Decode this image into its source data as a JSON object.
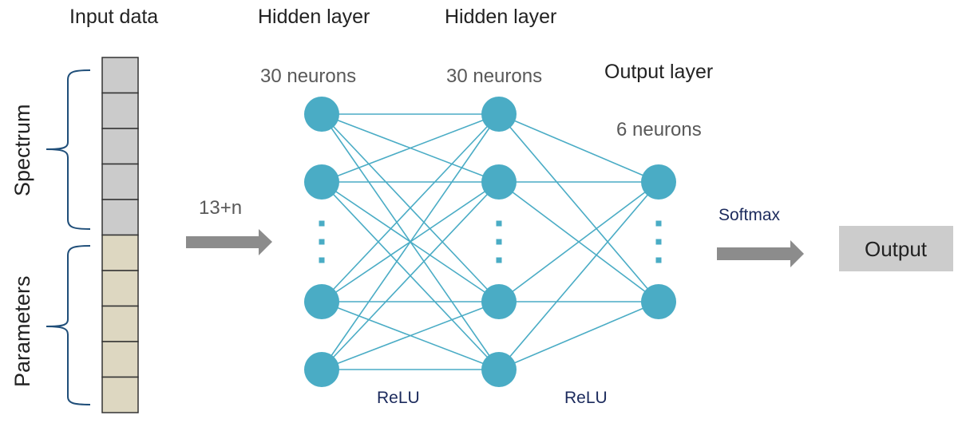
{
  "title_labels": {
    "input": "Input data",
    "hidden1": "Hidden layer",
    "hidden2": "Hidden layer",
    "output_layer": "Output layer"
  },
  "neuron_counts": {
    "hidden1": "30 neurons",
    "hidden2": "30 neurons",
    "output": "6 neurons"
  },
  "input_groups": {
    "spectrum": "Spectrum",
    "parameters": "Parameters"
  },
  "input_cells": {
    "spectrum_count": 5,
    "parameters_count": 5,
    "spectrum_color": "#cbcbcb",
    "parameters_color": "#ddd7c1"
  },
  "input_dim_label": "13+n",
  "activations": {
    "hidden1": "ReLU",
    "hidden2": "ReLU",
    "output": "Softmax"
  },
  "output_box_label": "Output",
  "colors": {
    "neuron": "#4aacc5",
    "edge": "#4aacc5",
    "arrow": "#8c8c8c",
    "brace": "#1f4e79",
    "output_box": "#cccccc"
  },
  "layers": [
    {
      "name": "hidden1",
      "visible_neurons": 4,
      "ellipsis_after": 2
    },
    {
      "name": "hidden2",
      "visible_neurons": 4,
      "ellipsis_after": 2
    },
    {
      "name": "output",
      "visible_neurons": 2,
      "ellipsis_after": 1
    }
  ]
}
